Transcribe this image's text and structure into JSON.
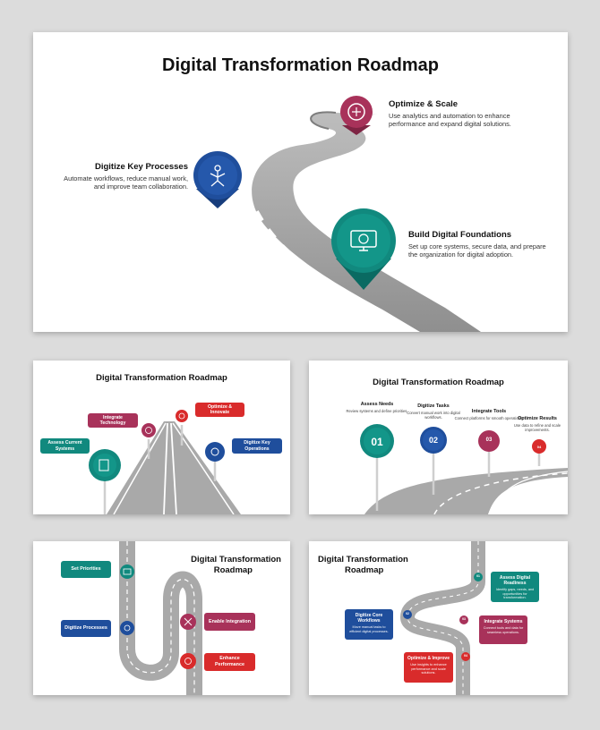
{
  "slide1": {
    "title": "Digital Transformation Roadmap",
    "steps": [
      {
        "heading": "Optimize & Scale",
        "desc1": "Use analytics and automation to enhance",
        "desc2": "performance and expand digital solutions.",
        "color": "#a8325a"
      },
      {
        "heading": "Digitize Key Processes",
        "desc1": "Automate workflows, reduce manual work,",
        "desc2": "and improve team collaboration.",
        "color": "#1f4e9c"
      },
      {
        "heading": "Build Digital Foundations",
        "desc1": "Set up core systems, secure data, and prepare",
        "desc2": "the organization for digital adoption.",
        "color": "#11897e"
      }
    ]
  },
  "slide2": {
    "title": "Digital Transformation Roadmap",
    "labels": {
      "optimize": "Optimize & Innovate",
      "integrate": "Integrate Technology",
      "assess": "Assess Current Systems",
      "digitize": "Digitize Key Operations"
    }
  },
  "slide3": {
    "title": "Digital Transformation Roadmap",
    "steps": [
      {
        "heading": "Assess Needs",
        "desc": "Review systems and define priorities.",
        "num": "01"
      },
      {
        "heading": "Digitize Tasks",
        "desc": "Convert manual work into digital workflows.",
        "num": "02"
      },
      {
        "heading": "Integrate Tools",
        "desc": "Connect platforms for smooth operations.",
        "num": "03"
      },
      {
        "heading": "Optimize Results",
        "desc": "Use data to refine and scale improvements.",
        "num": "04"
      }
    ]
  },
  "slide4": {
    "title1": "Digital Transformation",
    "title2": "Roadmap",
    "labels": {
      "set": "Set Priorities",
      "digitize": "Digitize Processes",
      "enable": "Enable Integration",
      "enhance": "Enhance Performance"
    }
  },
  "slide5": {
    "title1": "Digital Transformation",
    "title2": "Roadmap",
    "boxes": {
      "assess": {
        "heading": "Assess Digital Readiness",
        "desc": "Identify gaps, needs, and opportunities for transformation."
      },
      "core": {
        "heading": "Digitize Core Workflows",
        "desc": "Move manual tasks to efficient digital processes."
      },
      "integrate": {
        "heading": "Integrate Systems",
        "desc": "Connect tools and data for seamless operations."
      },
      "optimize": {
        "heading": "Optimize & Improve",
        "desc": "Use insights to enhance performance and scale solutions."
      }
    },
    "nums": [
      "01",
      "02",
      "03",
      "04"
    ]
  }
}
